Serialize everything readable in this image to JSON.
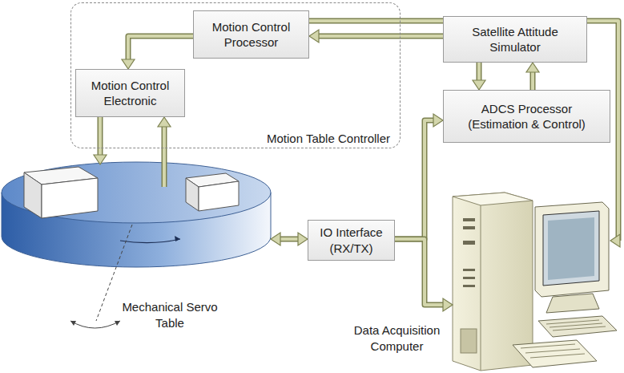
{
  "diagram": {
    "nodes": [
      {
        "text": [
          "Motion Table Controller"
        ]
      },
      {
        "text": [
          "Motion Control Processor"
        ],
        "in": 0
      },
      {
        "text": [
          "Motion Control Electronic"
        ],
        "in": 0
      },
      {
        "text": [
          "Satellite Attitude Simulator"
        ]
      },
      {
        "text": [
          "ADCS Processor (Estimation & Control)"
        ]
      },
      {
        "text": [
          "IO Interface (RX/TX)"
        ]
      },
      {
        "text": [
          "Mechanical Servo Table"
        ]
      },
      {
        "text": [
          "Data Acquisition Computer"
        ]
      }
    ],
    "edges": [
      {
        "from": 3,
        "to": 1,
        "arrow": "to"
      },
      {
        "from": 1,
        "to": 2,
        "arrow": "to"
      },
      {
        "from": 2,
        "to": 6,
        "arrow": "to"
      },
      {
        "from": 6,
        "to": 2,
        "arrow": "to"
      },
      {
        "from": 6,
        "to": 5,
        "arrow": "both"
      },
      {
        "from": 5,
        "to": 4,
        "arrow": "to"
      },
      {
        "from": 5,
        "to": 7,
        "arrow": "to"
      },
      {
        "from": 3,
        "to": 4,
        "arrow": "to"
      },
      {
        "from": 4,
        "to": 3,
        "arrow": "to"
      },
      {
        "from": 1,
        "to": 7,
        "arrow": "to"
      }
    ]
  }
}
